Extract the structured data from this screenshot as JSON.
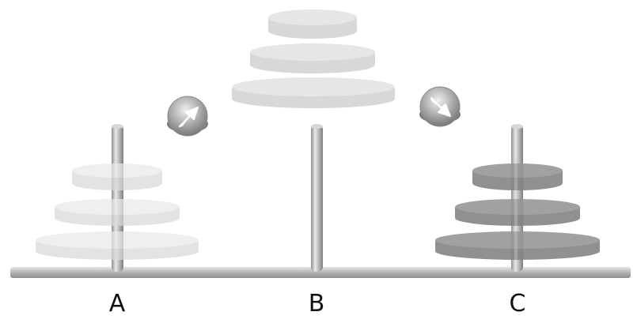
{
  "pegs": [
    {
      "id": "a",
      "label": "A"
    },
    {
      "id": "b",
      "label": "B"
    },
    {
      "id": "c",
      "label": "C"
    }
  ],
  "disk_sets": [
    {
      "id": "a",
      "tone": "faded-ghost",
      "disks": 3
    },
    {
      "id": "b",
      "tone": "lifted-ghost",
      "disks": 3
    },
    {
      "id": "c",
      "tone": "solid",
      "disks": 3
    }
  ],
  "move_arrows": [
    {
      "id": "up-right",
      "icon": "arrow-up-right-icon"
    },
    {
      "id": "down-right",
      "icon": "arrow-down-right-icon"
    }
  ],
  "colors": {
    "ghost_disk": "#e2e2e2",
    "ghost_disk_edge": "#d6d6d6",
    "solid_disk": "#8a8a8a",
    "solid_disk_top": "#9c9c9c",
    "rod": "#b9b9b9",
    "base": "#b7b7b7"
  }
}
